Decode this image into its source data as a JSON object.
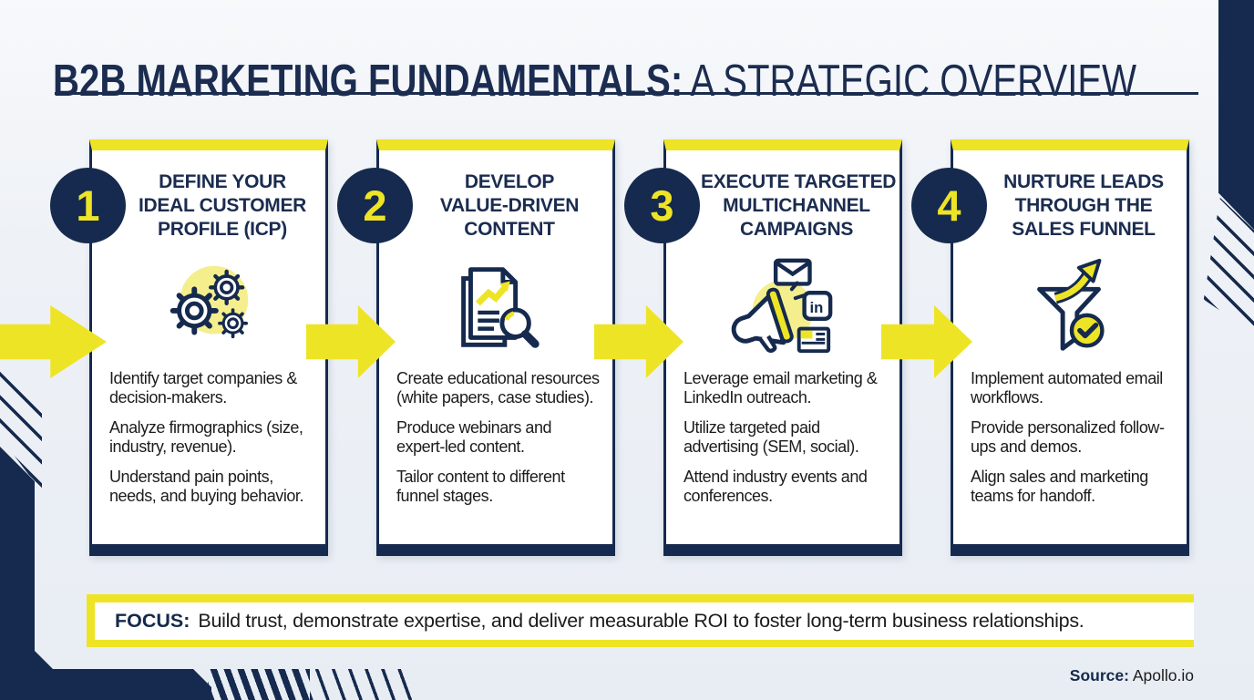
{
  "title": {
    "strong": "B2B MARKETING FUNDAMENTALS:",
    "light": "A STRATEGIC OVERVIEW"
  },
  "steps": [
    {
      "number": "1",
      "icon": "gears-icon",
      "heading": "DEFINE YOUR IDEAL CUSTOMER PROFILE (ICP)",
      "heading_lines": [
        "DEFINE YOUR",
        "IDEAL CUSTOMER",
        "PROFILE (ICP)"
      ],
      "bullets": [
        "Identify target companies & decision-makers.",
        "Analyze firmographics (size, industry, revenue).",
        "Understand pain points, needs, and buying behavior."
      ]
    },
    {
      "number": "2",
      "icon": "document-chart-magnifier-icon",
      "heading": "DEVELOP VALUE-DRIVEN CONTENT",
      "heading_lines": [
        "DEVELOP",
        "VALUE-DRIVEN",
        "CONTENT"
      ],
      "bullets": [
        "Create educational resources (white papers, case studies).",
        "Produce webinars and expert-led content.",
        "Tailor content to different funnel stages."
      ]
    },
    {
      "number": "3",
      "icon": "megaphone-channels-icon",
      "heading": "EXECUTE TARGETED MULTICHANNEL CAMPAIGNS",
      "heading_lines": [
        "EXECUTE TARGETED",
        "MULTICHANNEL",
        "CAMPAIGNS"
      ],
      "bullets": [
        "Leverage email marketing & LinkedIn outreach.",
        "Utilize targeted paid advertising (SEM, social).",
        "Attend industry events and conferences."
      ]
    },
    {
      "number": "4",
      "icon": "funnel-check-icon",
      "heading": "NURTURE LEADS THROUGH THE SALES FUNNEL",
      "heading_lines": [
        "NURTURE LEADS",
        "THROUGH THE",
        "SALES FUNNEL"
      ],
      "bullets": [
        "Implement automated email workflows.",
        "Provide personalized follow-ups and demos.",
        "Align sales and marketing teams for handoff."
      ]
    }
  ],
  "focus": {
    "label": "FOCUS:",
    "text": "Build trust, demonstrate expertise, and deliver measurable ROI to foster long-term business relationships."
  },
  "source": {
    "label": "Source:",
    "text": "Apollo.io"
  },
  "colors": {
    "navy": "#152A4E",
    "yellow": "#EEE426",
    "pale_yellow": "#F5EE8C",
    "background": "#EEF1F6",
    "card": "#FFFFFF",
    "body_text": "#1C1C1E"
  }
}
